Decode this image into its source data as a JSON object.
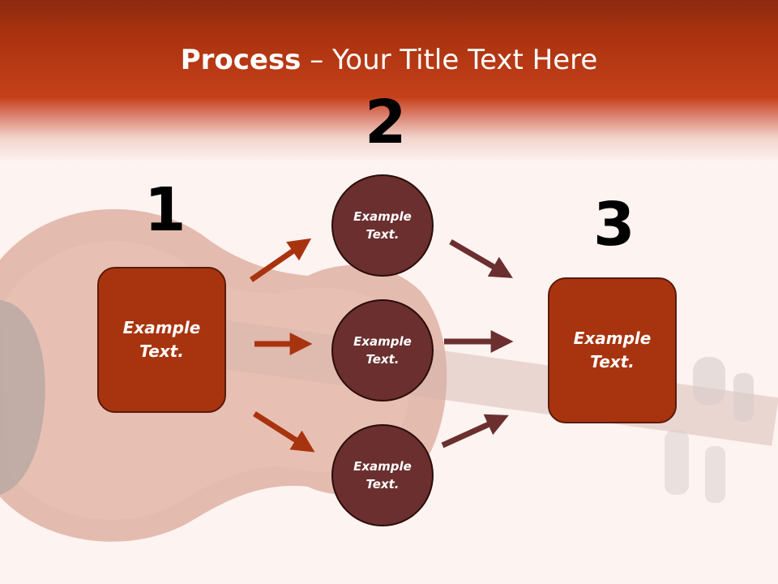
{
  "title": {
    "bold": "Process",
    "rest": " – Your Title Text Here"
  },
  "steps": {
    "n1": "1",
    "n2": "2",
    "n3": "3"
  },
  "left_box": {
    "line1": "Example",
    "line2": "Text."
  },
  "right_box": {
    "line1": "Example",
    "line2": "Text."
  },
  "circles": [
    {
      "line1": "Example",
      "line2": "Text."
    },
    {
      "line1": "Example",
      "line2": "Text."
    },
    {
      "line1": "Example",
      "line2": "Text."
    }
  ],
  "colors": {
    "header": "#c5401a",
    "box_fill": "#a8340f",
    "circle_fill": "#6b2f2f",
    "arrow_left": "#a8340f",
    "arrow_right": "#6b2f2f"
  }
}
